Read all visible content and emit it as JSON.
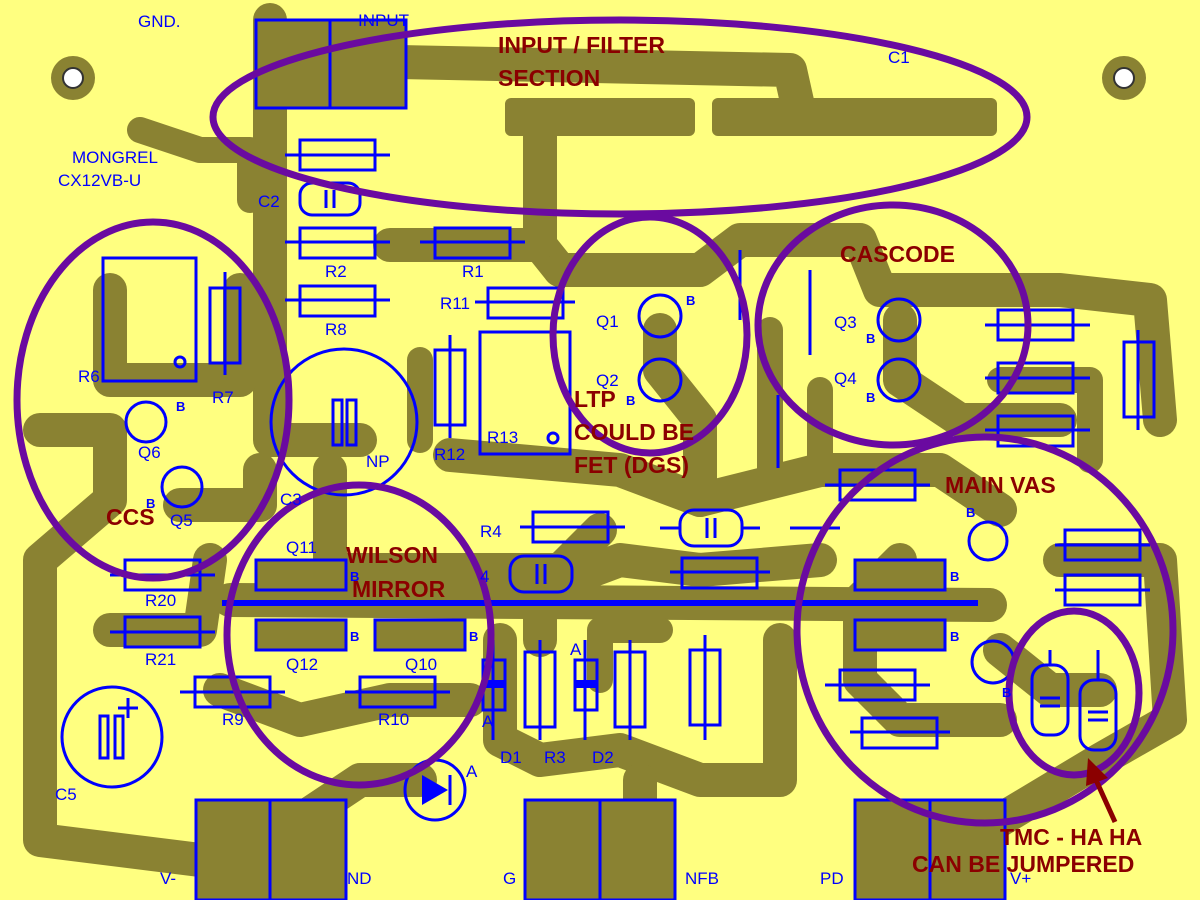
{
  "board": {
    "title_line1": "MONGREL",
    "title_line2": "CX12VB-U"
  },
  "colors": {
    "background": "#ffff80",
    "copper": "#8a8232",
    "silkscreen": "#0000ff",
    "annotation_ring": "#6a0aa0",
    "annotation_text": "#8b0000"
  },
  "annotations": {
    "input_filter_1": "INPUT / FILTER",
    "input_filter_2": "SECTION",
    "cascode": "CASCODE",
    "ltp_1": "LTP",
    "ltp_2": "COULD BE",
    "ltp_3": "FET (DGS)",
    "main_vas": "MAIN VAS",
    "ccs": "CCS",
    "wilson_1": "WILSON",
    "wilson_2": "MIRROR",
    "tmc_1": "TMC - HA HA",
    "tmc_2": "CAN BE JUMPERED"
  },
  "labels": {
    "gnd": "GND.",
    "input": "INPUT",
    "c1": "C1",
    "c2": "C2",
    "r1": "R1",
    "r2": "R2",
    "r8": "R8",
    "r11": "R11",
    "q1": "Q1",
    "q2": "Q2",
    "q3": "Q3",
    "q4": "Q4",
    "r6": "R6",
    "r7": "R7",
    "q6": "Q6",
    "q5": "Q5",
    "c3": "C3",
    "np": "NP",
    "r12": "R12",
    "r13": "R13",
    "r4": "R4",
    "c4_partial": "4",
    "q11": "Q11",
    "q12": "Q12",
    "q10": "Q10",
    "r20": "R20",
    "r21": "R21",
    "r9": "R9",
    "r10": "R10",
    "d1": "D1",
    "r3": "R3",
    "d2": "D2",
    "c5": "C5",
    "a1": "A",
    "a2": "A",
    "a3": "A",
    "b": "B",
    "v_minus": "V-",
    "gnd_partial": "ND",
    "g": "G",
    "nfb": "NFB",
    "pd": "PD",
    "v_plus": "V+"
  }
}
